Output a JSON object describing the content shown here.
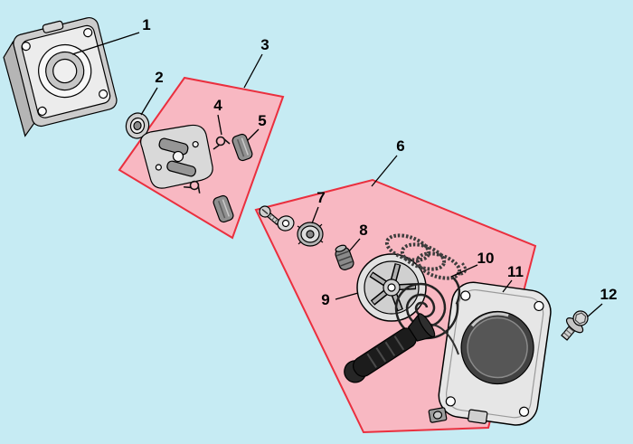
{
  "diagram": {
    "type": "exploded-parts-diagram",
    "subject": "recoil starter assembly exploded view",
    "background": "#c6ebf3",
    "highlight_fill": "#f8b8c2",
    "highlight_stroke": "#ea2f3e",
    "line_color": "#000000",
    "labels": [
      {
        "text": "1"
      },
      {
        "text": "2"
      },
      {
        "text": "3"
      },
      {
        "text": "4"
      },
      {
        "text": "5"
      },
      {
        "text": "6"
      },
      {
        "text": "7"
      },
      {
        "text": "8"
      },
      {
        "text": "9"
      },
      {
        "text": "10"
      },
      {
        "text": "11"
      },
      {
        "text": "12"
      }
    ]
  }
}
